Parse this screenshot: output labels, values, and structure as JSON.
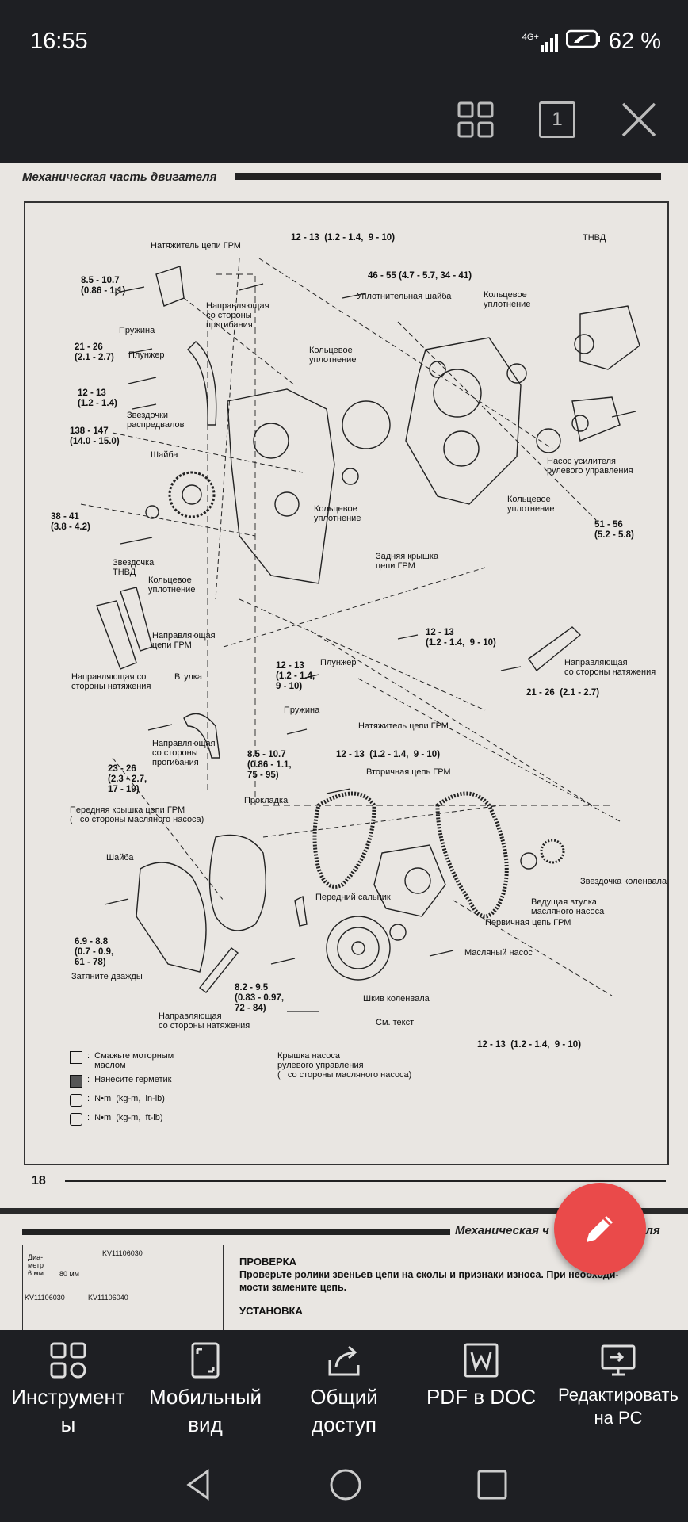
{
  "status_bar": {
    "time": "16:55",
    "network": "4G+",
    "battery": "62 %"
  },
  "toolbar": {
    "page_indicator": "1",
    "icons": [
      "grid-icon",
      "page-icon",
      "close-icon"
    ]
  },
  "page1": {
    "header": "Механическая часть двигателя",
    "page_number": "18",
    "labels": {
      "tensioner_top": "Натяжитель цепи ГРМ",
      "t1": "12 - 13  (1.2 - 1.4,  9 - 10)",
      "tnvd": "ТНВД",
      "t2": "46 - 55 (4.7 - 5.7, 34 - 41)",
      "washer_top": "Уплотнительная шайба",
      "oring_pump": "Кольцевое\nуплотнение",
      "t3": "8.5 - 10.7\n(0.86 - 1.1)",
      "guide_slack_top": "Направляющая\nсо стороны\nпрогибания",
      "spring_top": "Пружина",
      "plunger_top": "Плунжер",
      "t4": "21 - 26\n(2.1 - 2.7)",
      "oring_mid": "Кольцевое\nуплотнение",
      "t5": "12 - 13\n(1.2 - 1.4)",
      "cam_sprockets": "Звездочки\nраспредвалов",
      "t6": "138 - 147\n(14.0 - 15.0)",
      "washer_left": "Шайба",
      "ps_pump": "Насос усилителя\nрулевого управления",
      "oring_ps": "Кольцевое\nуплотнение",
      "t7": "51 - 56\n(5.2 - 5.8)",
      "t8": "38 - 41\n(3.8 - 4.2)",
      "oring_cover": "Кольцевое\nуплотнение",
      "sprocket_tnvd": "Звездочка\nТНВД",
      "rear_cover": "Задняя крышка\nцепи ГРМ",
      "oring_left": "Кольцевое\nуплотнение",
      "chain_guide": "Направляющая\nцепи ГРМ",
      "t9": "12 - 13\n(1.2 - 1.4,  9 - 10)",
      "guide_tension_right": "Направляющая\nсо стороны натяжения",
      "t10": "12 - 13\n(1.2 - 1.4,\n9 - 10)",
      "plunger_mid": "Плунжер",
      "guide_tension_left": "Направляющая со\nстороны натяжения",
      "bushing": "Втулка",
      "t11": "21 - 26  (2.1 - 2.7)",
      "spring_mid": "Пружина",
      "tensioner_mid": "Натяжитель цепи ГРМ",
      "guide_slack_mid": "Направляющая\nсо стороны\nпрогибания",
      "t12": "8.5 - 10.7\n(0.86 - 1.1,\n75 - 95)",
      "t13": "12 - 13  (1.2 - 1.4,  9 - 10)",
      "t14": "23 - 26\n(2.3 - 2.7,\n17 - 19)",
      "secondary_chain": "Вторичная цепь ГРМ",
      "gasket": "Прокладка",
      "front_cover": "Передняя крышка цепи ГРМ\n(   со стороны масляного насоса)",
      "washer_bottom": "Шайба",
      "crank_sprocket": "Звездочка коленвала",
      "front_seal": "Передний сальник",
      "oil_pump_bushing": "Ведущая втулка\nмасляного насоса",
      "primary_chain": "Первичная цепь ГРМ",
      "t15": "6.9 - 8.8\n(0.7 - 0.9,\n61 - 78)",
      "tighten_twice": "Затяните дважды",
      "oil_pump": "Масляный насос",
      "t16": "8.2 - 9.5\n(0.83 - 0.97,\n72 - 84)",
      "guide_tension_bottom": "Направляющая\nсо стороны натяжения",
      "crank_pulley": "Шкив коленвала",
      "see_text": "См. текст",
      "t17": "12 - 13  (1.2 - 1.4,  9 - 10)",
      "ps_pump_cover": "Крышка насоса\nрулевого управления\n(   со стороны масляного насоса)"
    },
    "legend": [
      {
        "icon": "oil-icon",
        "text": ":  Смажьте моторным\n   маслом"
      },
      {
        "icon": "sealant-icon",
        "text": ":  Нанесите герметик"
      },
      {
        "icon": "torque-inlb-icon",
        "text": ":  N•m  (kg-m,  in-lb)"
      },
      {
        "icon": "torque-ftlb-icon",
        "text": ":  N•m  (kg-m,  ft-lb)"
      }
    ]
  },
  "page2": {
    "header": "Механическая ч",
    "header_tail": "еля",
    "diagram_labels": [
      "Диа-\nметр\n6 мм",
      "KV11106030",
      "80 мм",
      "KV11106030",
      "KV11106040"
    ],
    "section1_title": "ПРОВЕРКА",
    "section1_text": "Проверьте ролики звеньев цепи на сколы и признаки износа. При необходи-\nмости замените цепь.",
    "section2_title": "УСТАНОВКА"
  },
  "bottom_bar": [
    {
      "icon": "tools-icon",
      "label": "Инструмент\nы"
    },
    {
      "icon": "mobile-view-icon",
      "label": "Мобильный\nвид"
    },
    {
      "icon": "share-icon",
      "label": "Общий\nдоступ"
    },
    {
      "icon": "word-icon",
      "label": "PDF в DOC"
    },
    {
      "icon": "desktop-edit-icon",
      "label": "Редактировать\nна PC"
    }
  ],
  "nav_bar": {
    "icons": [
      "back-icon",
      "home-icon",
      "recents-icon"
    ]
  },
  "colors": {
    "bar_bg": "#1e1f23",
    "paper": "#e9e6e2",
    "fab": "#ea4a4a"
  }
}
